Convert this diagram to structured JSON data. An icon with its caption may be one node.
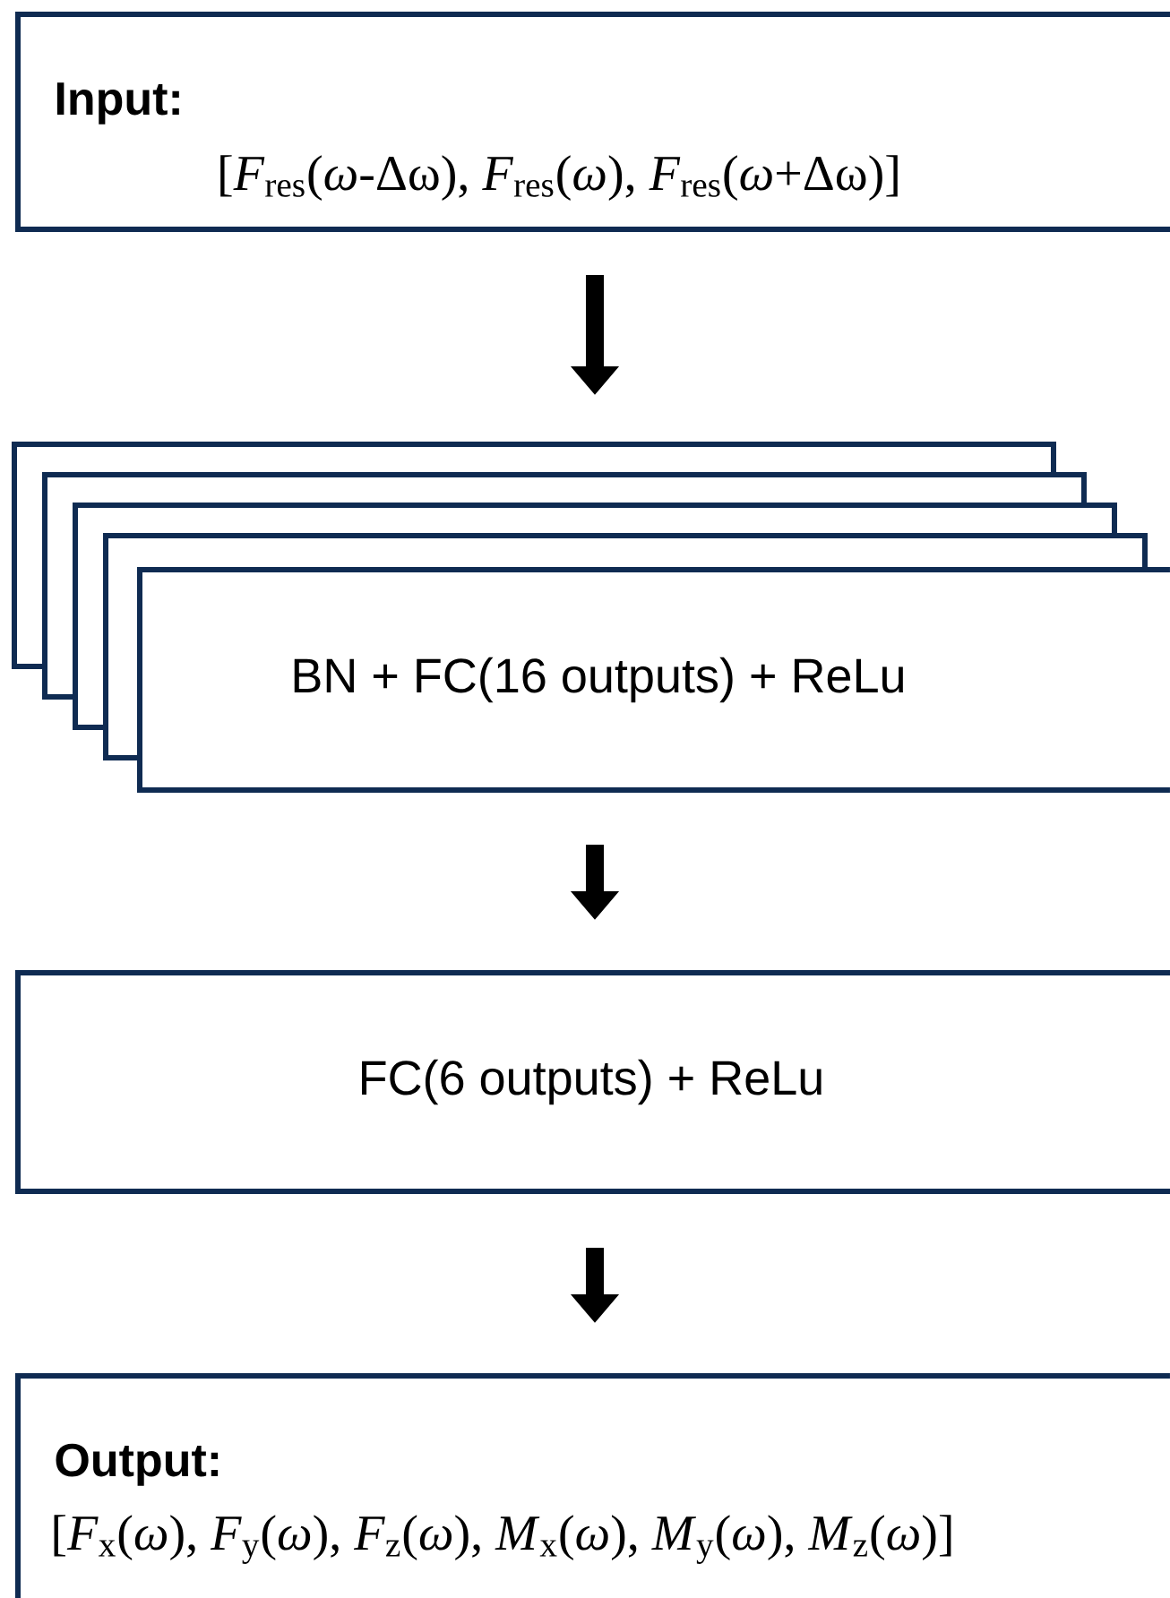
{
  "diagram": {
    "nodes": [
      {
        "text": [
          "Input:",
          "[*F*$_{res}$(*ω*-Δω), *F*$_{res}$(*ω*), *F*$_{res}$(*ω*+Δω)]"
        ]
      },
      {
        "text": [],
        "shape": "box"
      },
      {
        "text": [],
        "shape": "box"
      },
      {
        "text": [],
        "shape": "box"
      },
      {
        "text": [],
        "shape": "box"
      },
      {
        "text": [
          "BN + FC(16 outputs) + ReLu"
        ]
      },
      {
        "text": [
          "FC(6 outputs) + ReLu"
        ]
      },
      {
        "text": [
          "Output:",
          "[*F*$_{x}$(*ω*), *F*$_{y}$(*ω*), *F*$_{z}$(*ω*), *M*$_{x}$(*ω*), *M*$_{y}$(*ω*), *M*$_{z}$(*ω*)]"
        ]
      }
    ],
    "edges": [
      {
        "from": 0,
        "to": 1,
        "arrow": "to"
      },
      {
        "from": 5,
        "to": 6,
        "arrow": "to"
      },
      {
        "from": 6,
        "to": 7,
        "arrow": "to"
      }
    ]
  }
}
